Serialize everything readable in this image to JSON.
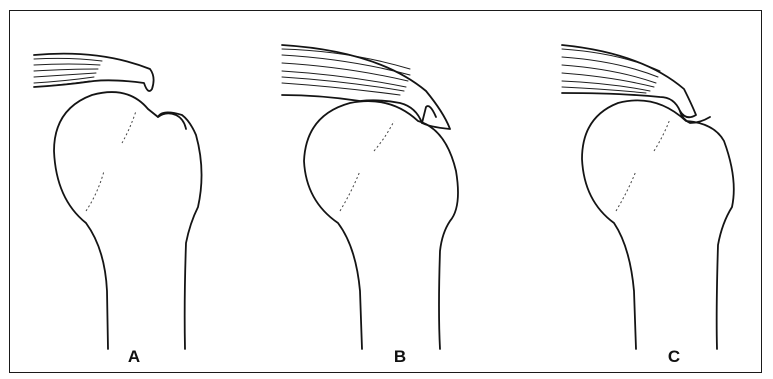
{
  "panels": [
    {
      "label": "A"
    },
    {
      "label": "B"
    },
    {
      "label": "C"
    }
  ],
  "colors": {
    "line": "#141414",
    "background": "#ffffff",
    "border": "#1a1a1a"
  }
}
